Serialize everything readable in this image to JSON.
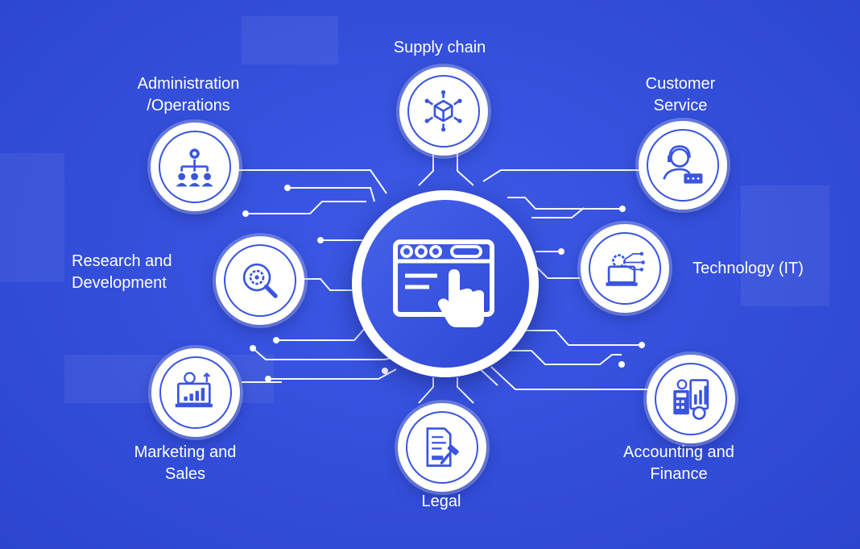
{
  "colors": {
    "background": "#3550dc",
    "accent": "#3a55e0",
    "node_fill": "#ffffff",
    "text": "#ffffff"
  },
  "hub": {
    "icon": "browser-window-click-icon"
  },
  "departments": [
    {
      "id": "supply-chain",
      "label": "Supply chain",
      "icon": "cube-network-icon"
    },
    {
      "id": "administration",
      "label": "Administration\n/Operations",
      "icon": "org-chart-gear-icon"
    },
    {
      "id": "customer-service",
      "label": "Customer\nService",
      "icon": "headset-agent-icon"
    },
    {
      "id": "research",
      "label": "Research and\nDevelopment",
      "icon": "magnifier-gear-icon"
    },
    {
      "id": "technology",
      "label": "Technology (IT)",
      "icon": "laptop-circuit-icon"
    },
    {
      "id": "marketing",
      "label": "Marketing and\nSales",
      "icon": "laptop-growth-chart-icon"
    },
    {
      "id": "legal",
      "label": "Legal",
      "icon": "document-gavel-icon"
    },
    {
      "id": "accounting",
      "label": "Accounting and\nFinance",
      "icon": "calculator-chart-icon"
    }
  ]
}
